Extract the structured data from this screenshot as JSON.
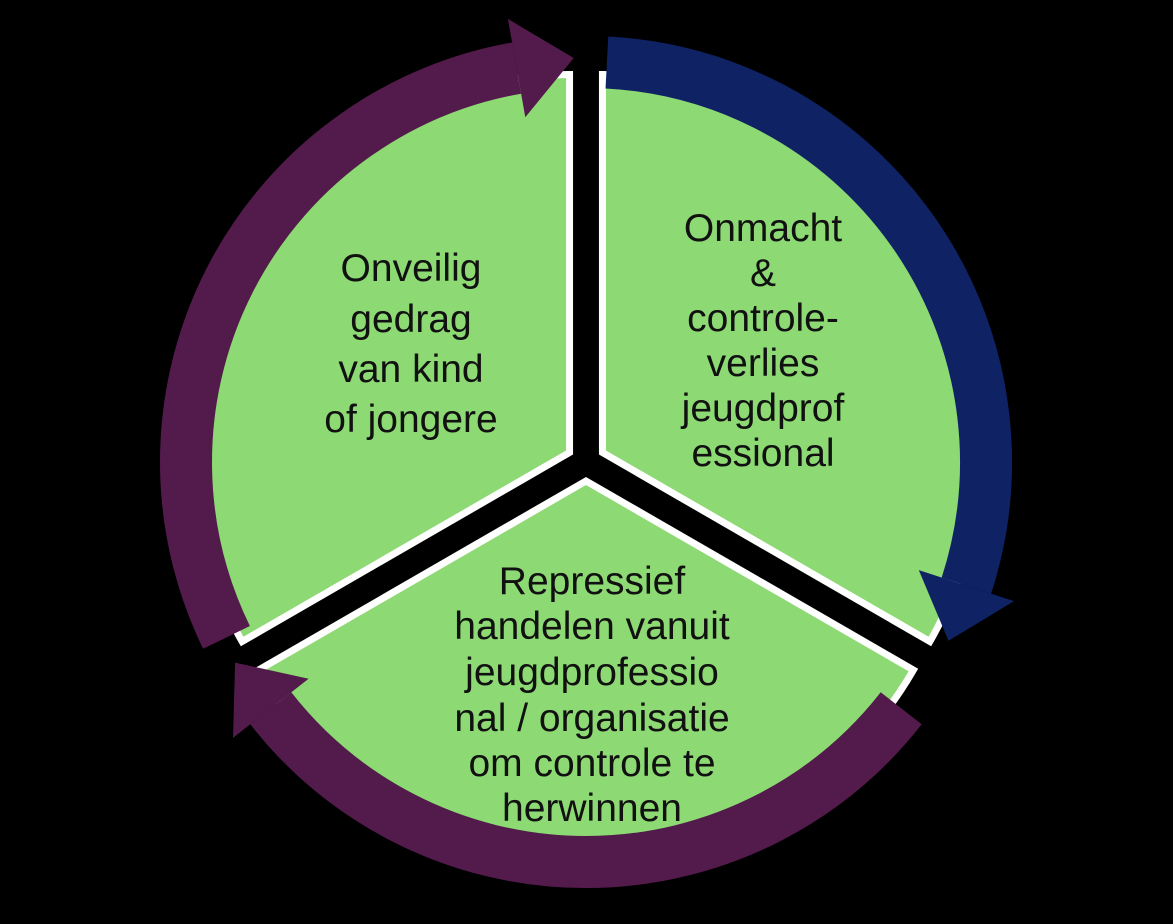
{
  "colors": {
    "background": "#000000",
    "segment_green": "#8DD973",
    "segment_stroke": "#FFFFFF",
    "text": "#111111"
  },
  "diagram": {
    "type": "cycle",
    "segment_count": 3,
    "segments": [
      {
        "title": "Onveilig gedrag van kind of jongere",
        "lines": [
          "Onveilig",
          "gedrag",
          "van kind",
          "of jongere"
        ]
      },
      {
        "title": "Onmacht & controleverlies jeugdprofessional",
        "lines": [
          "Onmacht",
          "&",
          "controle-",
          "verlies",
          "jeugdprof",
          "essional"
        ]
      },
      {
        "title": "Repressief handelen vanuit jeugdprofessional / organisatie om controle te herwinnen",
        "lines": [
          "Repressief",
          "handelen vanuit",
          "jeugdprofessio",
          "nal / organisatie",
          "om controle te",
          "herwinnen"
        ]
      }
    ],
    "arrows": [
      {
        "name": "van-onveilig-naar-onmacht",
        "direction": "clockwise",
        "color": "#531B4C"
      },
      {
        "name": "van-onmacht-naar-repressief",
        "direction": "clockwise",
        "color": "#0F2264"
      },
      {
        "name": "van-repressief-naar-onveilig",
        "direction": "clockwise",
        "color": "#531B4C"
      }
    ]
  }
}
